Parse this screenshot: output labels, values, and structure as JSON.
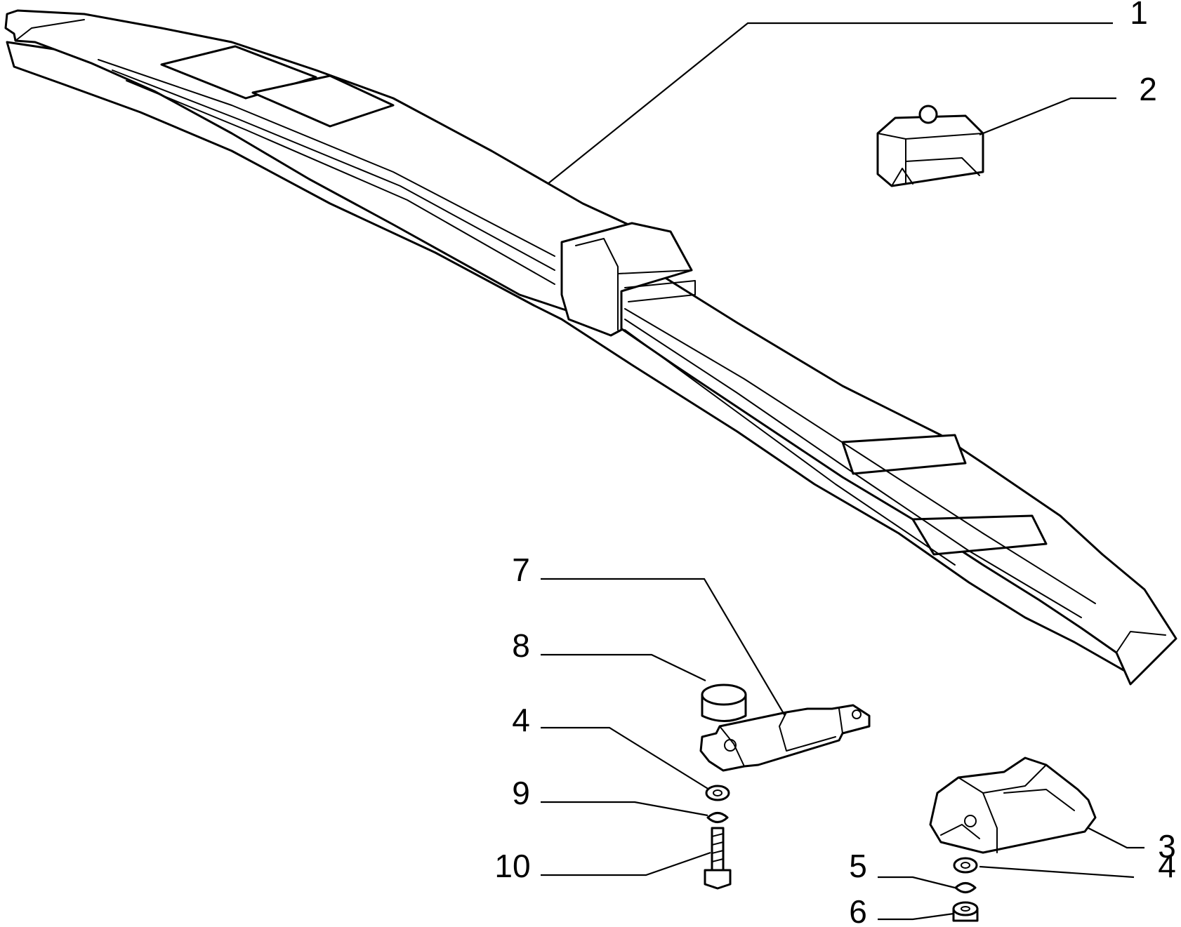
{
  "callouts": {
    "c1": "1",
    "c2": "2",
    "c3": "3",
    "c4a": "4",
    "c4b": "4",
    "c5": "5",
    "c6": "6",
    "c7": "7",
    "c8": "8",
    "c9": "9",
    "c10": "10"
  },
  "colors": {
    "line": "#000000",
    "background": "#ffffff"
  }
}
